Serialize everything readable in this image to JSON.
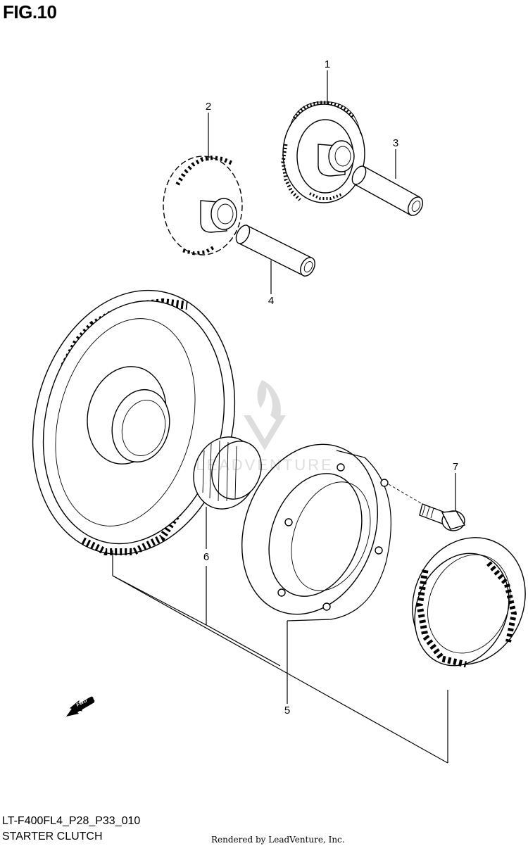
{
  "figure": {
    "title": "FIG.10",
    "code": "LT-F400FL4_P28_P33_010",
    "name": "STARTER CLUTCH",
    "rendered_by": "Rendered by LeadVenture, Inc.",
    "watermark": "LEADVENTURE",
    "fwd_label": "FWD"
  },
  "callouts": [
    {
      "id": "1",
      "part": "gear-1"
    },
    {
      "id": "2",
      "part": "gear-2"
    },
    {
      "id": "3",
      "part": "shaft-3"
    },
    {
      "id": "4",
      "part": "shaft-4"
    },
    {
      "id": "5",
      "part": "clutch-housing-5"
    },
    {
      "id": "6",
      "part": "needle-bearing-6"
    },
    {
      "id": "7",
      "part": "bolt-7"
    }
  ]
}
